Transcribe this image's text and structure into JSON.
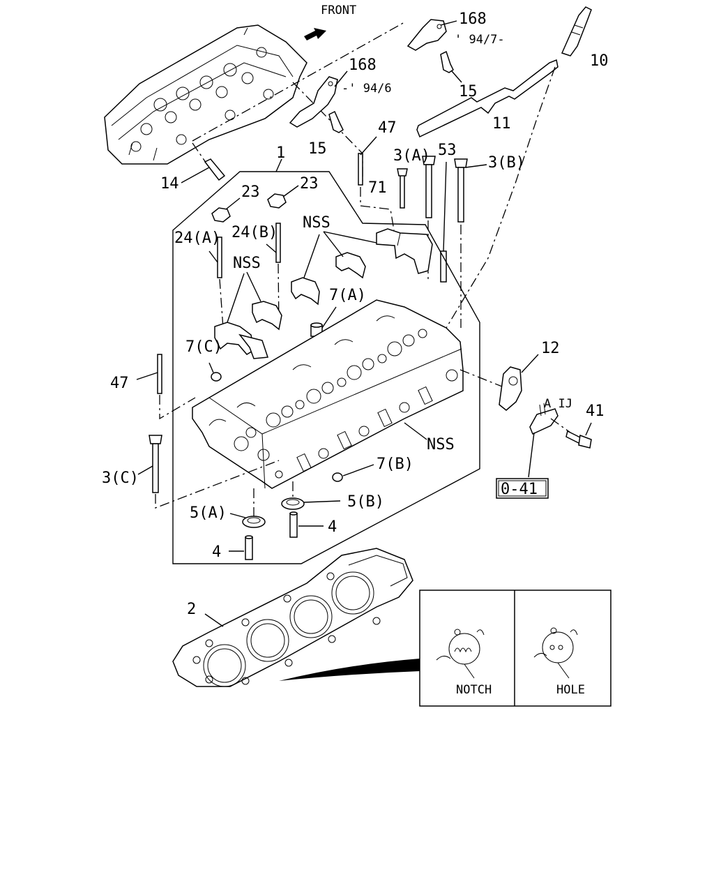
{
  "direction_label": "FRONT",
  "callouts": {
    "p168_top": "168",
    "p168_top_note": "' 94/7-",
    "p168_left": "168",
    "p168_left_note": "-' 94/6",
    "p10": "10",
    "p15_top": "15",
    "p15_left": "15",
    "p11": "11",
    "p47_top": "47",
    "p3A": "3(A)",
    "p53": "53",
    "p3B": "3(B)",
    "p1": "1",
    "p14": "14",
    "p23_a": "23",
    "p23_b": "23",
    "p71": "71",
    "p24A": "24(A)",
    "p24B": "24(B)",
    "nss_top": "NSS",
    "nss_left": "NSS",
    "p7A": "7(A)",
    "p7C": "7(C)",
    "p12": "12",
    "p47_left": "47",
    "p41": "41",
    "nss_right": "NSS",
    "p7B": "7(B)",
    "p3C": "3(C)",
    "ref_box": "0-41",
    "p5A": "5(A)",
    "p5B": "5(B)",
    "p4_right": "4",
    "p4_left": "4",
    "p2": "2"
  },
  "detail_inset": {
    "left_label": "NOTCH",
    "right_label": "HOLE"
  },
  "sticker_text": "A IJ"
}
